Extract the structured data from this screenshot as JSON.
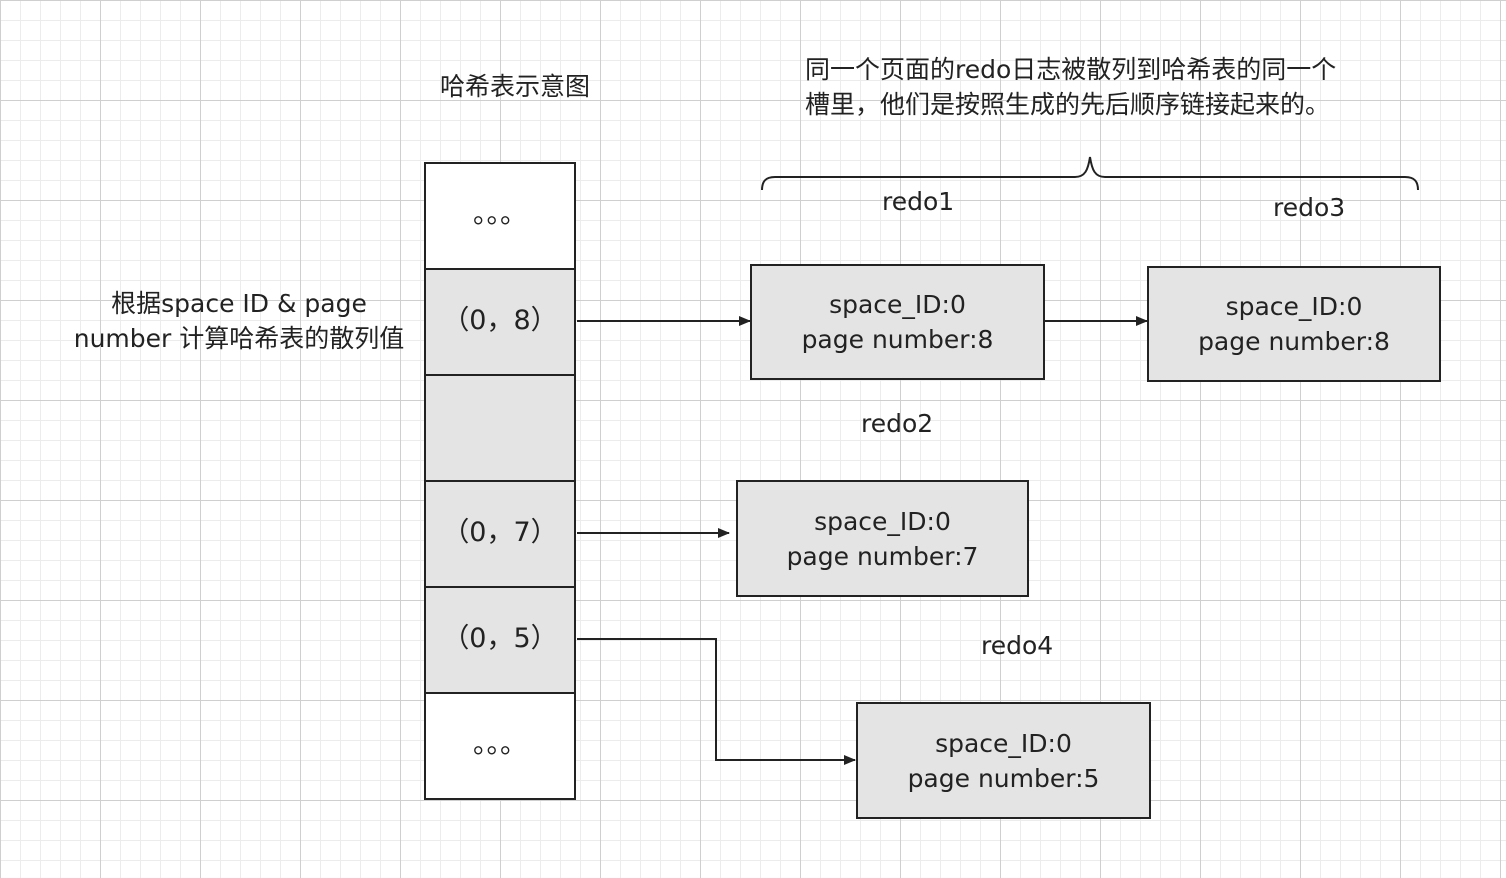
{
  "diagram_title": "哈希表示意图",
  "note": {
    "line1": "同一个页面的redo日志被散列到哈希表的同一个",
    "line2": "槽里，他们是按照生成的先后顺序链接起来的。"
  },
  "hash_label": {
    "line1": "根据space ID & page",
    "line2": "number 计算哈希表的散列值"
  },
  "slots": [
    {
      "text": "。。。",
      "filled": false
    },
    {
      "text": "（0，8）",
      "filled": true
    },
    {
      "text": "",
      "filled": true
    },
    {
      "text": "（0，7）",
      "filled": true
    },
    {
      "text": "（0，5）",
      "filled": true
    },
    {
      "text": "。。。",
      "filled": false
    }
  ],
  "redo_labels": {
    "redo1": "redo1",
    "redo2": "redo2",
    "redo3": "redo3",
    "redo4": "redo4"
  },
  "nodes": {
    "redo1": {
      "line1": "space_ID:0",
      "line2": "page number:8"
    },
    "redo3": {
      "line1": "space_ID:0",
      "line2": "page number:8"
    },
    "redo2": {
      "line1": "space_ID:0",
      "line2": "page number:7"
    },
    "redo4": {
      "line1": "space_ID:0",
      "line2": "page number:5"
    }
  },
  "colors": {
    "line": "#222222",
    "box_fill": "#e4e4e4",
    "empty_fill": "#ffffff"
  }
}
